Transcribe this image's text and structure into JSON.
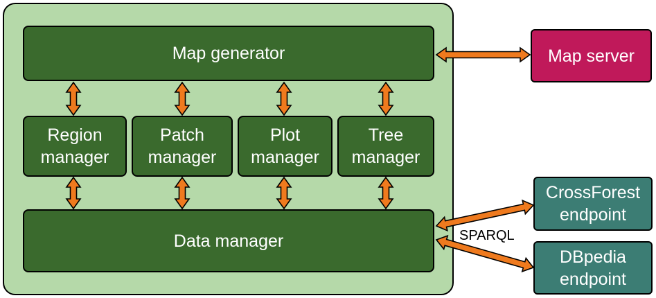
{
  "map_generator": {
    "label": "Map generator"
  },
  "managers": [
    {
      "line1": "Region",
      "line2": "manager"
    },
    {
      "line1": "Patch",
      "line2": "manager"
    },
    {
      "line1": "Plot",
      "line2": "manager"
    },
    {
      "line1": "Tree",
      "line2": "manager"
    }
  ],
  "data_manager": {
    "label": "Data manager"
  },
  "map_server": {
    "label": "Map server"
  },
  "crossforest": {
    "line1": "CrossForest",
    "line2": "endpoint"
  },
  "dbpedia": {
    "line1": "DBpedia",
    "line2": "endpoint"
  },
  "protocol": {
    "label": "SPARQL"
  },
  "colors": {
    "container": "#b5d9a9",
    "component": "#3a6a2d",
    "map_server": "#c0195a",
    "endpoint": "#3c7d74",
    "arrow": "#ef7a1e"
  }
}
